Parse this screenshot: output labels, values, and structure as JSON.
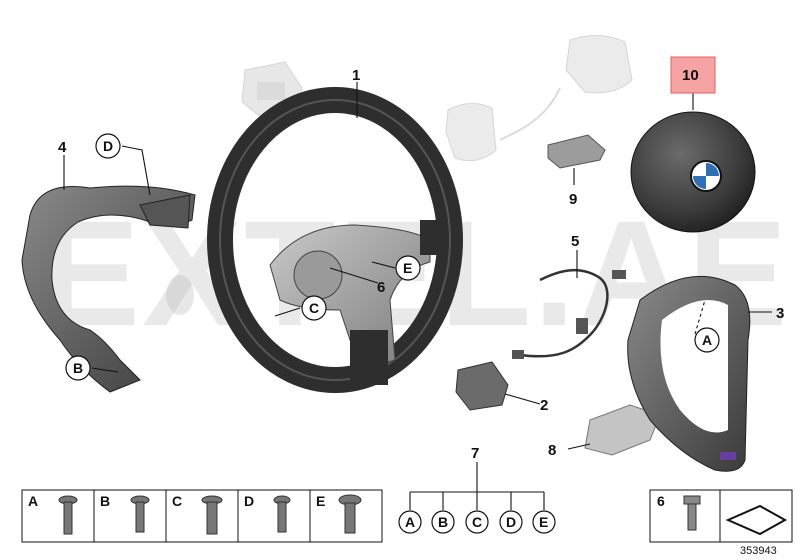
{
  "watermark": "EXTEL.AE",
  "part_numbers": {
    "n1": "1",
    "n2": "2",
    "n3": "3",
    "n4": "4",
    "n5": "5",
    "n6": "6",
    "n7": "7",
    "n8": "8",
    "n9": "9",
    "n10": "10"
  },
  "circle_labels": {
    "A": "A",
    "B": "B",
    "C": "C",
    "D": "D",
    "E": "E"
  },
  "legend_boxes": [
    "A",
    "B",
    "C",
    "D",
    "E"
  ],
  "group7_letters": [
    "A",
    "B",
    "C",
    "D",
    "E"
  ],
  "screw6_label": "6",
  "diagram_id": "353943",
  "colors": {
    "highlight": "#f5a3a3",
    "highlight_border": "#e06060",
    "part_dark": "#2e2e2e",
    "part_mid": "#6f6f6f",
    "part_light": "#d8d8d8"
  }
}
